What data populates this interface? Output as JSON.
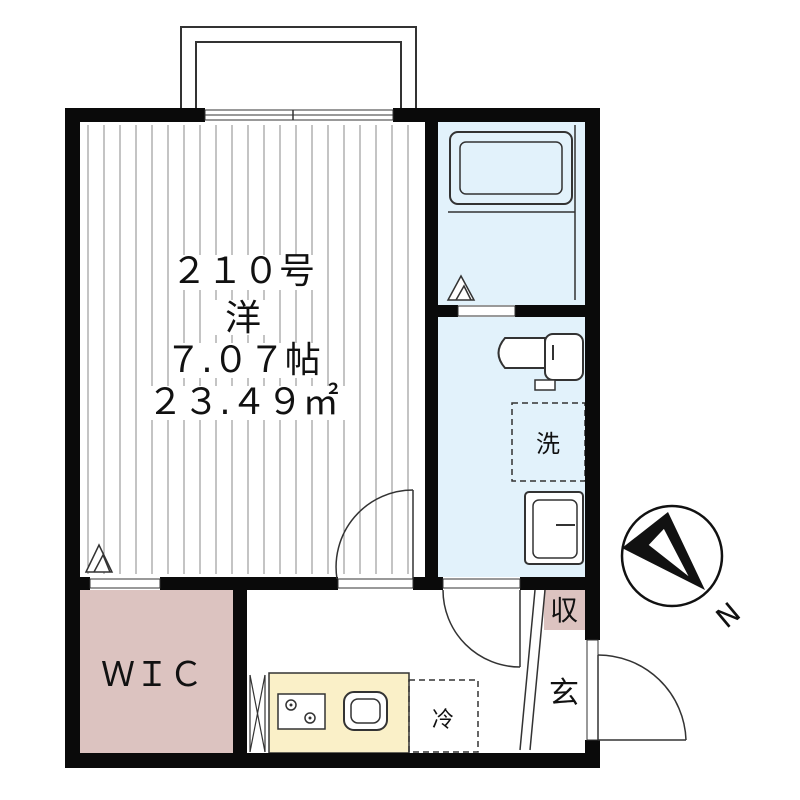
{
  "room": {
    "number": "２１０号",
    "type": "洋",
    "tatami": "７.０７帖",
    "area": "２３.４９㎡"
  },
  "labels": {
    "wic": "ＷＩＣ",
    "washer": "洗",
    "fridge": "冷",
    "storage": "収",
    "entrance": "玄"
  },
  "compass": {
    "label": "N"
  },
  "colors": {
    "wall": "#0a0a0a",
    "wet_area": "#e2f2fb",
    "wic": "#dcc3c0",
    "storage": "#dcc3c0",
    "kitchen_counter": "#faf0c8",
    "line": "#333333"
  }
}
